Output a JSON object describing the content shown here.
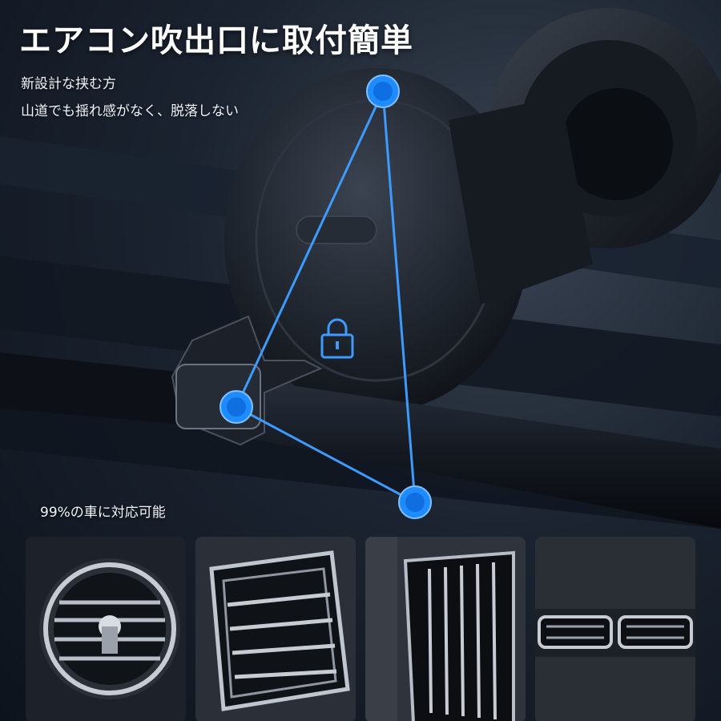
{
  "title": "エアコン吹出口に取付簡単",
  "subtitle_1": "新設計な挟む方",
  "subtitle_2": "山道でも揺れ感がなく、脱落しない",
  "compat_text": "99%の車に対応可能",
  "colors": {
    "accent_blue": "#1e8bff",
    "line_blue": "#3d9bff",
    "background": "#0f1722"
  },
  "icons": [
    "lock-icon"
  ],
  "thumbnails": [
    {
      "name": "round-air-vent"
    },
    {
      "name": "square-air-vent"
    },
    {
      "name": "vertical-air-vent"
    },
    {
      "name": "horizontal-air-vent"
    }
  ]
}
